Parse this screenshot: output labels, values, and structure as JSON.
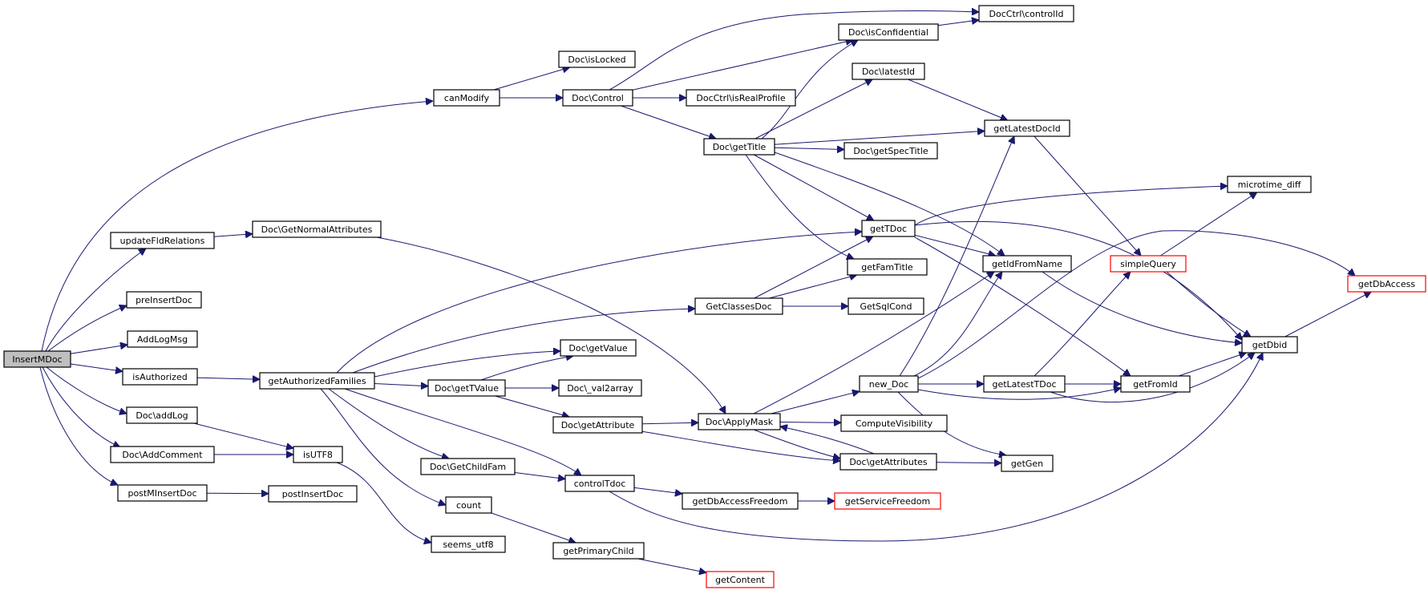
{
  "graph": {
    "type": "call-graph",
    "edge_color": "#191970",
    "node_border_color": "#000000",
    "truncated_node_border_color": "#ff0000",
    "root_fill_color": "#bfbfbf",
    "nodes": [
      {
        "id": "InsertMDoc",
        "label": "InsertMDoc",
        "root": true
      },
      {
        "id": "canModify",
        "label": "canModify"
      },
      {
        "id": "updateFldRelations",
        "label": "updateFldRelations"
      },
      {
        "id": "preInsertDoc",
        "label": "preInsertDoc"
      },
      {
        "id": "AddLogMsg",
        "label": "AddLogMsg"
      },
      {
        "id": "isAuthorized",
        "label": "isAuthorized"
      },
      {
        "id": "addLog",
        "label": "Doc\\addLog"
      },
      {
        "id": "AddComment",
        "label": "Doc\\AddComment"
      },
      {
        "id": "postMInsertDoc",
        "label": "postMInsertDoc"
      },
      {
        "id": "isLocked",
        "label": "Doc\\isLocked"
      },
      {
        "id": "Control",
        "label": "Doc\\Control"
      },
      {
        "id": "isConfidential",
        "label": "Doc\\isConfidential"
      },
      {
        "id": "controlId",
        "label": "DocCtrl\\controlId"
      },
      {
        "id": "isRealProfile",
        "label": "DocCtrl\\isRealProfile"
      },
      {
        "id": "latestId",
        "label": "Doc\\latestId"
      },
      {
        "id": "getTitle",
        "label": "Doc\\getTitle"
      },
      {
        "id": "getLatestDocId",
        "label": "getLatestDocId"
      },
      {
        "id": "getSpecTitle",
        "label": "Doc\\getSpecTitle"
      },
      {
        "id": "GetNormalAttributes",
        "label": "Doc\\GetNormalAttributes"
      },
      {
        "id": "microtime_diff",
        "label": "microtime_diff"
      },
      {
        "id": "getTDoc",
        "label": "getTDoc"
      },
      {
        "id": "getIdFromName",
        "label": "getIdFromName"
      },
      {
        "id": "simpleQuery",
        "label": "simpleQuery",
        "truncated": true
      },
      {
        "id": "getDbAccess",
        "label": "getDbAccess",
        "truncated": true
      },
      {
        "id": "getFamTitle",
        "label": "getFamTitle"
      },
      {
        "id": "GetClassesDoc",
        "label": "GetClassesDoc"
      },
      {
        "id": "GetSqlCond",
        "label": "GetSqlCond"
      },
      {
        "id": "getDbid",
        "label": "getDbid"
      },
      {
        "id": "getValue",
        "label": "Doc\\getValue"
      },
      {
        "id": "getAuthorizedFamilies",
        "label": "getAuthorizedFamilies"
      },
      {
        "id": "getTValue",
        "label": "Doc\\getTValue"
      },
      {
        "id": "val2array",
        "label": "Doc\\_val2array"
      },
      {
        "id": "new_Doc",
        "label": "new_Doc"
      },
      {
        "id": "getLatestTDoc",
        "label": "getLatestTDoc"
      },
      {
        "id": "getFromId",
        "label": "getFromId"
      },
      {
        "id": "ApplyMask",
        "label": "Doc\\ApplyMask"
      },
      {
        "id": "getAttribute",
        "label": "Doc\\getAttribute"
      },
      {
        "id": "ComputeVisibility",
        "label": "ComputeVisibility"
      },
      {
        "id": "getAttributes",
        "label": "Doc\\getAttributes"
      },
      {
        "id": "getGen",
        "label": "getGen"
      },
      {
        "id": "isUTF8",
        "label": "isUTF8"
      },
      {
        "id": "GetChildFam",
        "label": "Doc\\GetChildFam"
      },
      {
        "id": "controlTdoc",
        "label": "controlTdoc"
      },
      {
        "id": "postInsertDoc",
        "label": "postInsertDoc"
      },
      {
        "id": "count",
        "label": "count"
      },
      {
        "id": "getDbAccessFreedom",
        "label": "getDbAccessFreedom"
      },
      {
        "id": "getServiceFreedom",
        "label": "getServiceFreedom",
        "truncated": true
      },
      {
        "id": "seems_utf8",
        "label": "seems_utf8"
      },
      {
        "id": "getPrimaryChild",
        "label": "getPrimaryChild"
      },
      {
        "id": "getContent",
        "label": "getContent",
        "truncated": true
      }
    ],
    "edges": [
      [
        "InsertMDoc",
        "canModify"
      ],
      [
        "InsertMDoc",
        "updateFldRelations"
      ],
      [
        "InsertMDoc",
        "preInsertDoc"
      ],
      [
        "InsertMDoc",
        "AddLogMsg"
      ],
      [
        "InsertMDoc",
        "isAuthorized"
      ],
      [
        "InsertMDoc",
        "addLog"
      ],
      [
        "InsertMDoc",
        "AddComment"
      ],
      [
        "InsertMDoc",
        "postMInsertDoc"
      ],
      [
        "canModify",
        "isLocked"
      ],
      [
        "canModify",
        "Control"
      ],
      [
        "Control",
        "controlId"
      ],
      [
        "Control",
        "isConfidential"
      ],
      [
        "Control",
        "isRealProfile"
      ],
      [
        "Control",
        "getTitle"
      ],
      [
        "isConfidential",
        "controlId"
      ],
      [
        "latestId",
        "getLatestDocId"
      ],
      [
        "getTitle",
        "latestId"
      ],
      [
        "getTitle",
        "isConfidential"
      ],
      [
        "getTitle",
        "getLatestDocId"
      ],
      [
        "getTitle",
        "getSpecTitle"
      ],
      [
        "getTitle",
        "getTDoc"
      ],
      [
        "getTitle",
        "getIdFromName"
      ],
      [
        "getTitle",
        "getFamTitle"
      ],
      [
        "getLatestDocId",
        "simpleQuery"
      ],
      [
        "updateFldRelations",
        "GetNormalAttributes"
      ],
      [
        "GetNormalAttributes",
        "ApplyMask"
      ],
      [
        "getTDoc",
        "microtime_diff"
      ],
      [
        "getTDoc",
        "getIdFromName"
      ],
      [
        "getTDoc",
        "getDbid"
      ],
      [
        "getTDoc",
        "getFromId"
      ],
      [
        "getIdFromName",
        "getDbid"
      ],
      [
        "simpleQuery",
        "microtime_diff"
      ],
      [
        "simpleQuery",
        "getDbid"
      ],
      [
        "getDbid",
        "getDbAccess"
      ],
      [
        "GetClassesDoc",
        "getTDoc"
      ],
      [
        "GetClassesDoc",
        "getFamTitle"
      ],
      [
        "GetClassesDoc",
        "GetSqlCond"
      ],
      [
        "isAuthorized",
        "getAuthorizedFamilies"
      ],
      [
        "getAuthorizedFamilies",
        "getTDoc"
      ],
      [
        "getAuthorizedFamilies",
        "GetClassesDoc"
      ],
      [
        "getAuthorizedFamilies",
        "getValue"
      ],
      [
        "getAuthorizedFamilies",
        "getTValue"
      ],
      [
        "getAuthorizedFamilies",
        "GetChildFam"
      ],
      [
        "getAuthorizedFamilies",
        "controlTdoc"
      ],
      [
        "getAuthorizedFamilies",
        "count"
      ],
      [
        "getTValue",
        "getValue"
      ],
      [
        "getTValue",
        "val2array"
      ],
      [
        "getTValue",
        "getAttribute"
      ],
      [
        "getAttribute",
        "ApplyMask"
      ],
      [
        "getAttribute",
        "getAttributes"
      ],
      [
        "ApplyMask",
        "getIdFromName"
      ],
      [
        "ApplyMask",
        "new_Doc"
      ],
      [
        "ApplyMask",
        "ComputeVisibility"
      ],
      [
        "ApplyMask",
        "getAttributes"
      ],
      [
        "getAttributes",
        "ApplyMask"
      ],
      [
        "getAttributes",
        "getGen"
      ],
      [
        "new_Doc",
        "getLatestDocId"
      ],
      [
        "new_Doc",
        "getIdFromName"
      ],
      [
        "new_Doc",
        "getDbAccess"
      ],
      [
        "new_Doc",
        "getLatestTDoc"
      ],
      [
        "new_Doc",
        "getFromId"
      ],
      [
        "new_Doc",
        "getGen"
      ],
      [
        "getLatestTDoc",
        "simpleQuery"
      ],
      [
        "getLatestTDoc",
        "getFromId"
      ],
      [
        "getLatestTDoc",
        "getDbid"
      ],
      [
        "getFromId",
        "getDbid"
      ],
      [
        "addLog",
        "isUTF8"
      ],
      [
        "AddComment",
        "isUTF8"
      ],
      [
        "isUTF8",
        "seems_utf8"
      ],
      [
        "postMInsertDoc",
        "postInsertDoc"
      ],
      [
        "GetChildFam",
        "controlTdoc"
      ],
      [
        "controlTdoc",
        "getDbAccessFreedom"
      ],
      [
        "controlTdoc",
        "getDbid"
      ],
      [
        "getDbAccessFreedom",
        "getServiceFreedom"
      ],
      [
        "count",
        "getPrimaryChild"
      ],
      [
        "getPrimaryChild",
        "getContent"
      ]
    ]
  }
}
